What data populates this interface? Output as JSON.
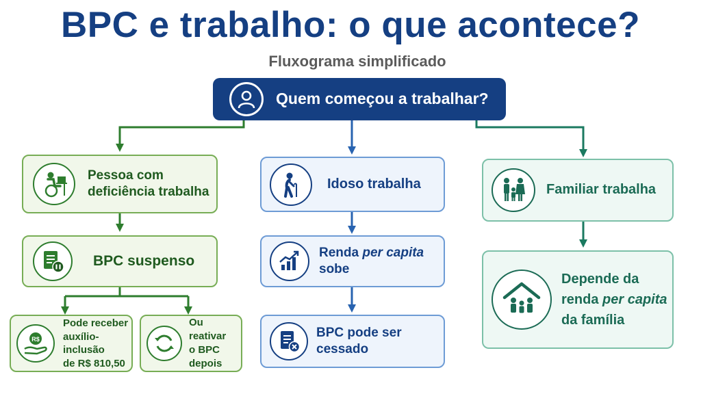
{
  "title": "BPC e trabalho: o que acontece?",
  "subtitle": "Fluxograma simplificado",
  "root": {
    "label": "Quem começou a trabalhar?",
    "icon": "person-icon"
  },
  "branches": {
    "deficiencia": {
      "color": "#2e7d2e",
      "start": {
        "line1": "Pessoa com",
        "line2": "deficiência trabalha",
        "icon": "wheelchair-worker-icon"
      },
      "result": {
        "label": "BPC suspenso",
        "icon": "document-pause-icon"
      },
      "options": [
        {
          "line1": "Pode receber",
          "line2": "auxílio-inclusão",
          "line3": "de R$ 810,50",
          "icon": "hand-money-icon",
          "money_symbol": "R$"
        },
        {
          "line1": "Ou reativar",
          "line2": "o BPC depois",
          "icon": "refresh-icon"
        }
      ]
    },
    "idoso": {
      "color": "#153f82",
      "start": {
        "label": "Idoso trabalha",
        "icon": "elderly-person-icon"
      },
      "middle": {
        "pre": "Renda ",
        "em": "per capita",
        "post": " sobe",
        "icon": "growth-chart-icon"
      },
      "result": {
        "label": "BPC pode ser cessado",
        "icon": "document-cancel-icon"
      }
    },
    "familiar": {
      "color": "#1b6b55",
      "start": {
        "label": "Familiar trabalha",
        "icon": "family-icon"
      },
      "result": {
        "line1": "Depende da",
        "line2_pre": "renda ",
        "line2_em": "per capita",
        "line3": "da família",
        "icon": "family-house-icon"
      }
    }
  }
}
